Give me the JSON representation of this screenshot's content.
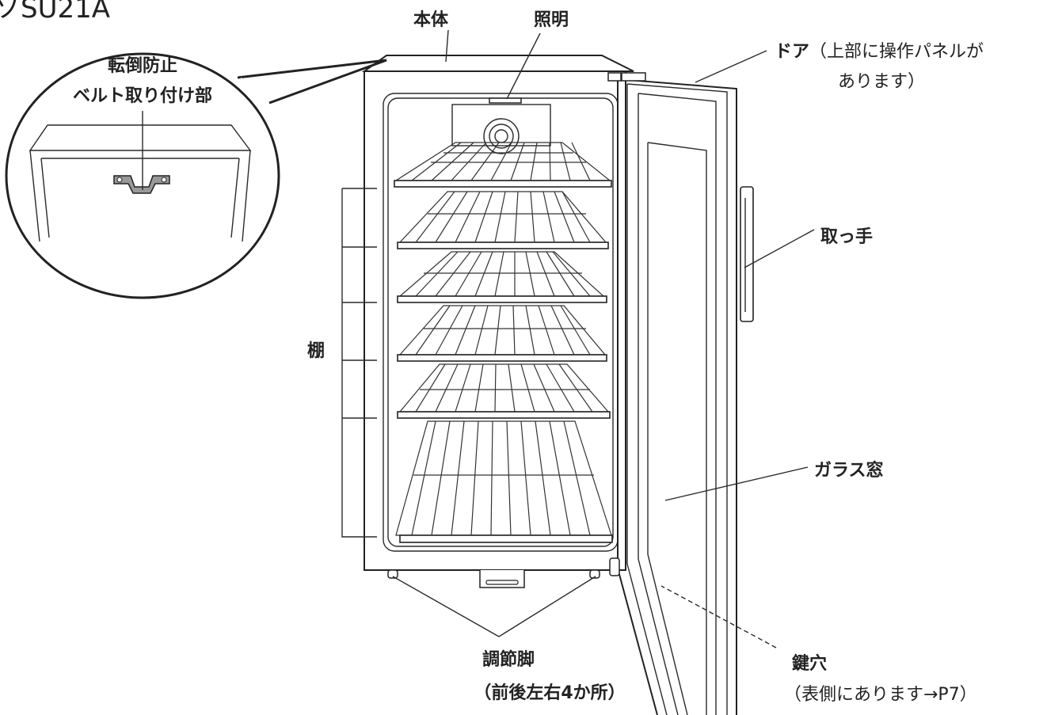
{
  "model_fragment": "ソSU21A",
  "labels": {
    "body": "本体",
    "light": "照明",
    "door": "ドア",
    "door_note_1": "（上部に操作パネルが",
    "door_note_2": "あります）",
    "anti_tip_1": "転倒防止",
    "anti_tip_2": "ベルト取り付け部",
    "handle": "取っ手",
    "shelf": "棚",
    "glass_window": "ガラス窓",
    "feet_1": "調節脚",
    "feet_2": "（前後左右4か所）",
    "keyhole": "鍵穴",
    "keyhole_note": "（表側にあります→P7）"
  }
}
